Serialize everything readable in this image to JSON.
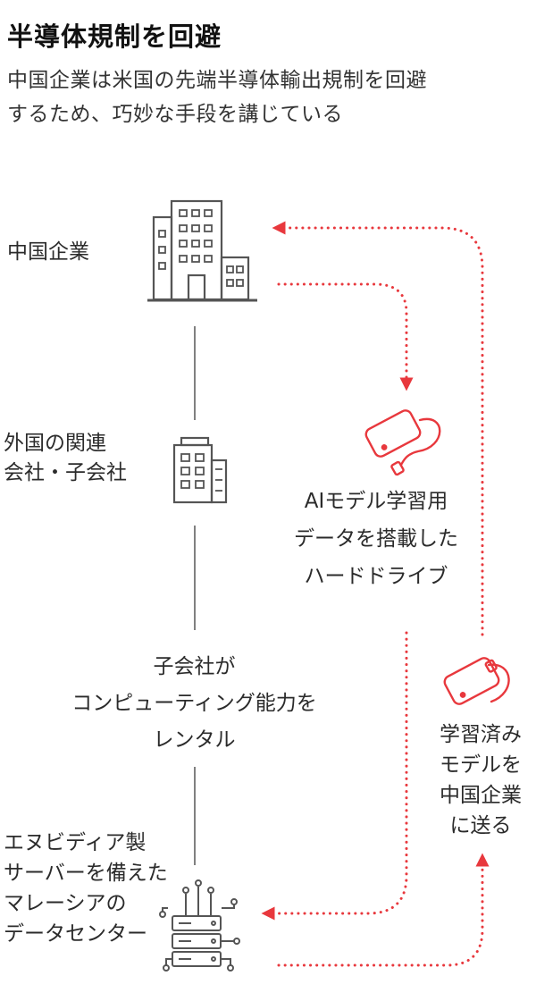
{
  "title": "半導体規制を回避",
  "subtitle_lines": [
    "中国企業は米国の先端半導体輸出規制を回避",
    "するため、巧妙な手段を講じている"
  ],
  "nodes": {
    "china_company": {
      "label": "中国企業",
      "icon": "office-building-icon"
    },
    "affiliate": {
      "label_lines": [
        "外国の関連",
        "会社・子会社"
      ],
      "icon": "small-office-building-icon"
    },
    "rental": {
      "label_lines": [
        "子会社が",
        "コンピューティング能力を",
        "レンタル"
      ]
    },
    "datacenter": {
      "label_lines": [
        "エヌビディア製",
        "サーバーを備えた",
        "マレーシアの",
        "データセンター"
      ],
      "icon": "server-rack-icon"
    }
  },
  "flows": {
    "hard_drive_out": {
      "label_lines": [
        "AIモデル学習用",
        "データを搭載した",
        "ハードドライブ"
      ],
      "icon": "external-hard-drive-icon"
    },
    "model_back": {
      "label_lines": [
        "学習済み",
        "モデルを",
        "中国企業",
        "に送る"
      ],
      "icon": "external-hard-drive-icon"
    }
  },
  "colors": {
    "accent": "#e8383d",
    "line": "#555555",
    "text": "#2b2b2b"
  }
}
